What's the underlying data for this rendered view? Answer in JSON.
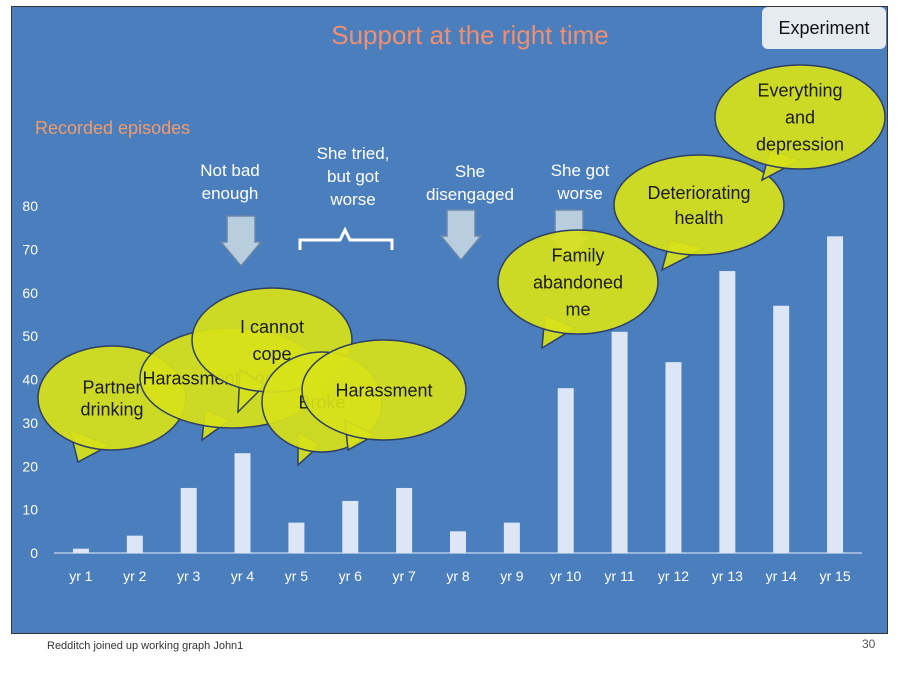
{
  "slide": {
    "title": "Support at the right time",
    "badge": "Experiment",
    "footer": "Redditch joined up working graph John1",
    "page_number": "30"
  },
  "colors": {
    "background": "#4b7ebd",
    "bar": "#dde6f4",
    "bubble": "#d8e218",
    "arrow": "#b8cede",
    "title": "#ef8f6f"
  },
  "chart_data": {
    "type": "bar",
    "ylabel": "Recorded episodes",
    "ylim": [
      0,
      80
    ],
    "yticks": [
      "0",
      "10",
      "20",
      "30",
      "40",
      "50",
      "60",
      "70",
      "80"
    ],
    "categories": [
      "yr 1",
      "yr 2",
      "yr 3",
      "yr 4",
      "yr 5",
      "yr 6",
      "yr 7",
      "yr 8",
      "yr 9",
      "yr 10",
      "yr 11",
      "yr 12",
      "yr 13",
      "yr 14",
      "yr 15"
    ],
    "values": [
      1,
      4,
      15,
      23,
      7,
      12,
      15,
      5,
      7,
      38,
      51,
      44,
      65,
      57,
      73
    ],
    "grid": false
  },
  "annotations": {
    "not_bad_enough": [
      "Not bad",
      "enough"
    ],
    "she_tried": [
      "She tried,",
      "but got",
      "worse"
    ],
    "she_disengaged": [
      "She",
      "disengaged"
    ],
    "she_got_worse": [
      "She got",
      "worse"
    ]
  },
  "bubbles": [
    {
      "id": "partner-drinking",
      "lines": [
        "Partner",
        "drinking"
      ]
    },
    {
      "id": "harassment-homeless",
      "lines": [
        "Harassment homeless"
      ]
    },
    {
      "id": "i-cannot-cope",
      "lines": [
        "I cannot",
        "cope"
      ]
    },
    {
      "id": "broke",
      "lines": [
        "Broke"
      ]
    },
    {
      "id": "harassment",
      "lines": [
        "Harassment"
      ]
    },
    {
      "id": "family-abandoned-me",
      "lines": [
        "Family",
        "abandoned",
        "me"
      ]
    },
    {
      "id": "deteriorating-health",
      "lines": [
        "Deteriorating",
        "health"
      ]
    },
    {
      "id": "everything-and-depression",
      "lines": [
        "Everything",
        "and",
        "depression"
      ]
    }
  ]
}
